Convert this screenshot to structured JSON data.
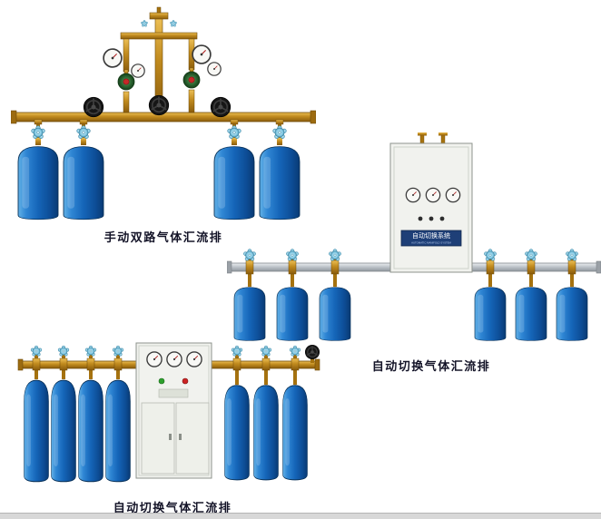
{
  "products": [
    {
      "caption": "手动双路气体汇流排"
    },
    {
      "caption": "自动切换气体汇流排",
      "cabinet": {
        "label": "自动切换系统",
        "sublabel": "AUTOMATIC MANIFOLD SYSTEM"
      }
    },
    {
      "caption": "自动切换气体汇流排"
    }
  ],
  "colors": {
    "background": "#ffffff",
    "cylinder_blue": "#1565b8",
    "brass": "#c08a1e",
    "aluminum_pipe": "#c3c9cf",
    "valve_cap_blue": "#8fd0e8",
    "caption_text": "#141428",
    "cabinet_label_bg": "#1e3f77"
  }
}
